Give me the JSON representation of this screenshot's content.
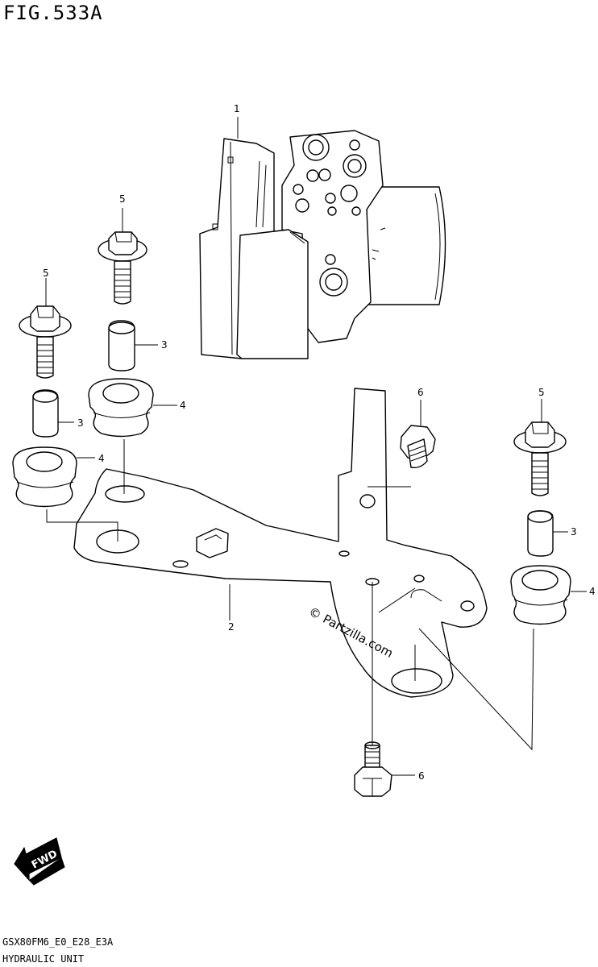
{
  "header": {
    "fig_label": "FIG.533A"
  },
  "footer": {
    "model_code": "GSX80FM6_E0_E28_E3A",
    "section_title": "HYDRAULIC UNIT"
  },
  "watermark": {
    "text": "© Partzilla.com"
  },
  "fwd_marker": {
    "label": "FWD",
    "icon": "forward-arrow-icon"
  },
  "callouts": {
    "c1": "1",
    "c2": "2",
    "c3a": "3",
    "c3b": "3",
    "c3c": "3",
    "c4a": "4",
    "c4b": "4",
    "c4c": "4",
    "c5a": "5",
    "c5b": "5",
    "c5c": "5",
    "c6a": "6",
    "c6b": "6"
  }
}
